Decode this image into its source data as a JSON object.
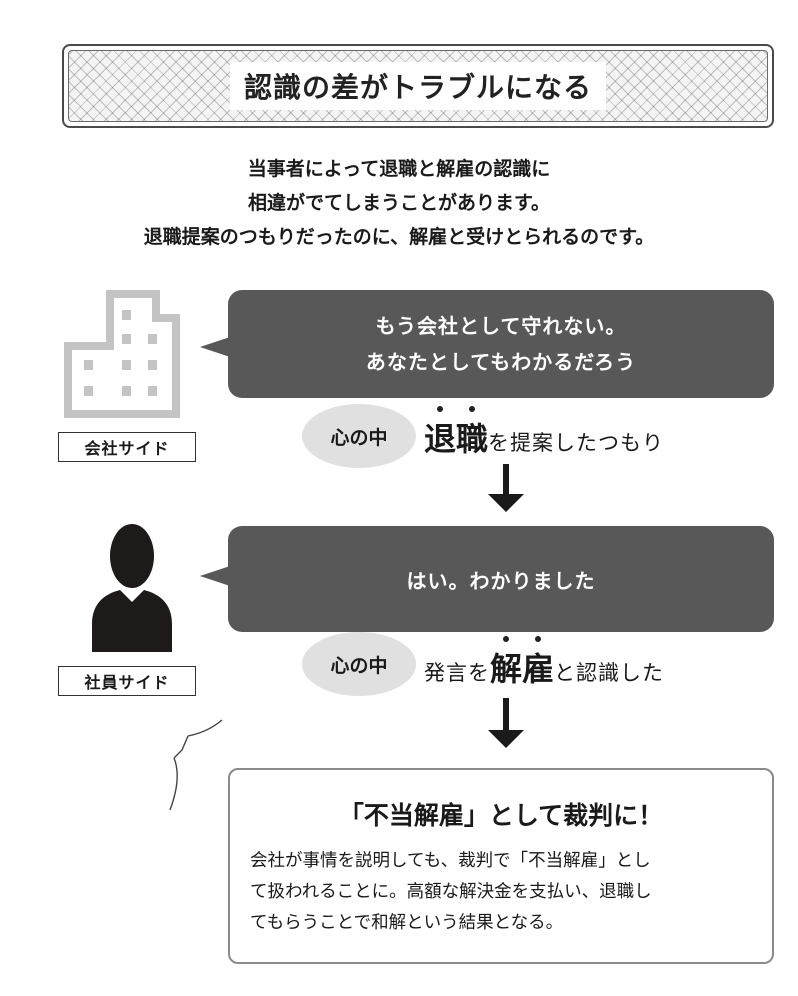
{
  "title": "認識の差がトラブルになる",
  "intro": {
    "lines": [
      "当事者によって退職と解雇の認識に",
      "相違がでてしまうことがあります。",
      "退職提案のつもりだったのに、解雇と受けとられるのです。"
    ]
  },
  "company": {
    "label": "会社サイド",
    "icon": "building-icon",
    "speech": [
      "もう会社として守れない。",
      "あなたとしてもわかるだろう"
    ],
    "inner_label": "心の中",
    "thought_keyword": "退職",
    "thought_rest": "を提案したつもり"
  },
  "employee": {
    "label": "社員サイド",
    "icon": "person-silhouette-icon",
    "speech": [
      "はい。わかりました"
    ],
    "inner_label": "心の中",
    "thought_pre": "発言を",
    "thought_keyword": "解雇",
    "thought_rest": "と認識した"
  },
  "result": {
    "title": "「不当解雇」として裁判に！",
    "body": [
      "会社が事情を説明しても、裁判で「不当解雇」とし",
      "て扱われることに。高額な解決金を支払い、退職し",
      "てもらうことで和解という結果となる。"
    ]
  },
  "colors": {
    "bubble": "#585858",
    "oval": "#e0e0e0",
    "icon_building": "#c4c4c4",
    "icon_person": "#1e1a1a"
  }
}
